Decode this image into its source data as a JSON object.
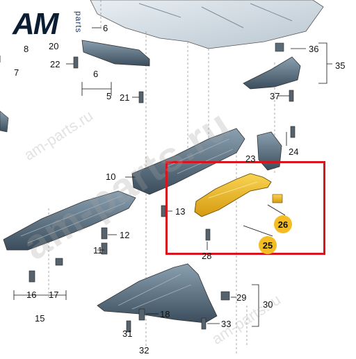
{
  "logo": {
    "main": "AM",
    "sub": "parts"
  },
  "watermarks": {
    "big": "am-parts.ru",
    "small_top": "am-parts.ru",
    "small_bottom": "am-parts.ru"
  },
  "callouts": {
    "c6a": "6",
    "c8": "8",
    "c20": "20",
    "c7": "7",
    "c22": "22",
    "c6b": "6",
    "c5": "5",
    "c21": "21",
    "c36": "36",
    "c35": "35",
    "c37": "37",
    "c23": "23",
    "c24": "24",
    "c10": "10",
    "c13": "13",
    "c26": "26",
    "c25": "25",
    "c28": "28",
    "c12": "12",
    "c11": "11",
    "c16": "16",
    "c17": "17",
    "c15": "15",
    "c29": "29",
    "c30": "30",
    "c18": "18",
    "c31": "31",
    "c33": "33",
    "c32": "32"
  },
  "colors": {
    "part_fill": "#3b4d5c",
    "highlight_part": "#f3bd23",
    "highlight_border": "#d8141e"
  }
}
